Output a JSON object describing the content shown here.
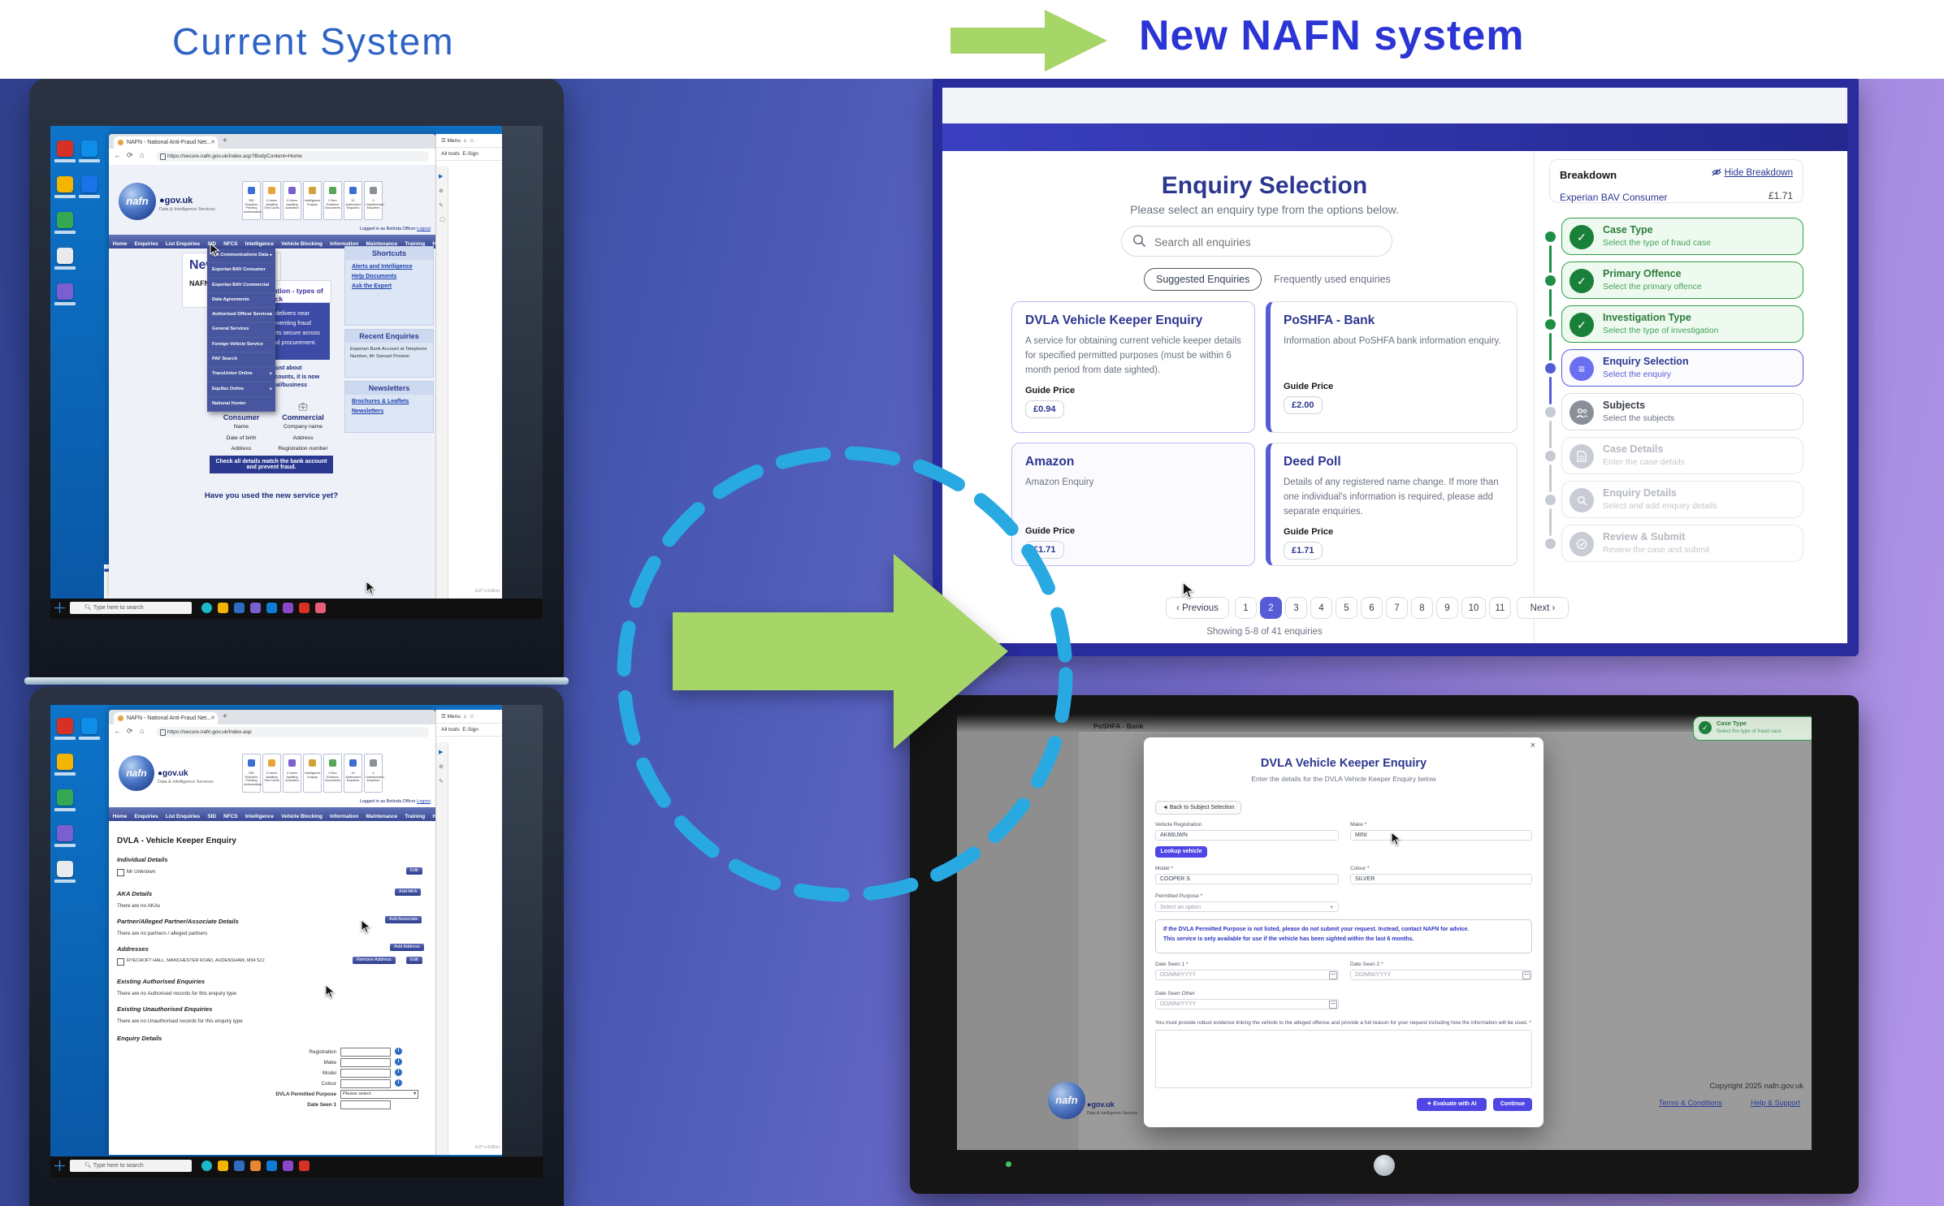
{
  "header": {
    "current_label": "Current System",
    "new_label": "New NAFN system"
  },
  "colors": {
    "accent_green": "#a6d568",
    "accent_cyan": "#29a9e1",
    "indigo": "#4f46e5",
    "navy": "#2c3790"
  },
  "old_shared": {
    "tab_title": "NAFN - National Anti-Fraud Net...",
    "brand": "nafn",
    "brand_suffix": "gov.uk",
    "brand_tagline": "Data & Intelligence Services",
    "nav": [
      "Home",
      "Enquiries",
      "List Enquiries",
      "SID",
      "NFCS",
      "Intelligence",
      "Vehicle Blocking",
      "Information",
      "Maintenance",
      "Training",
      "Help"
    ],
    "stats": [
      "552 Enquiries Pending Authorisation",
      "0 Users Awaiting Grid Cards",
      "0 Users Awaiting Activation",
      "Intelligence Enquiry",
      "9 Non Evidence Documents",
      "10 Authorised Enquiries",
      "0 Unauthorised Enquiries"
    ],
    "logged_in": "Logged in as Belinda Officer",
    "logout": "Logout",
    "acrobat_menu": "Menu",
    "acrobat_tools": "All tools",
    "acrobat_esign": "E-Sign",
    "acrobat_page_size": "6.27 x 9.69 in",
    "taskbar_search": "Type here to search"
  },
  "old_top": {
    "url": "https://secure.nafn.gov.uk/index.asp?BodyContent=Home",
    "menu_items": [
      "IPA Communications Data",
      "Experian BAV Consumer",
      "Experian BAV Commercial",
      "Data Agreements",
      "Authorised Officer Services",
      "General Services",
      "Foreign Vehicle Service",
      "PAF Search",
      "TransUnion Online",
      "Equifax Online",
      "National Hunter"
    ],
    "news_title": "News",
    "news_sub": "NAFN",
    "page_title": "Account Verification - types of check",
    "hero_para": "Account Verification delivers near real-time checks, preventing fraud and keeping payments secure across payments, payroll and procurement.",
    "hero_note": "This new service isn't just about consumer/personal accounts, it is now available for commercial/business accounts too.",
    "consumer_title": "Consumer",
    "consumer_fields": [
      "Name",
      "Date of birth",
      "Address"
    ],
    "commercial_title": "Commercial",
    "commercial_fields": [
      "Company name",
      "Address",
      "Registration number"
    ],
    "check_line": "Check all details match the bank account and prevent fraud.",
    "question_line": "Have you used the new service yet?",
    "shortcuts_title": "Shortcuts",
    "shortcuts_links": [
      "Alerts and Intelligence",
      "Help Documents",
      "Ask the Expert"
    ],
    "recent_title": "Recent Enquiries",
    "recent_text": "Experian Bank Account at Telephone Number, Mr Samuel Preston",
    "newsletters_title": "Newsletters",
    "newsletters_links": [
      "Brochures & Leaflets",
      "Newsletters"
    ],
    "partial_text": "To"
  },
  "old_bottom": {
    "url": "https://secure.nafn.gov.uk/index.asp",
    "page_title": "DVLA - Vehicle Keeper Enquiry",
    "individual_title": "Individual Details",
    "individual_value": "Mr Unknown",
    "edit_label": "Edit",
    "aka_title": "AKA Details",
    "aka_button": "Add AKA",
    "aka_empty": "There are no AKAs",
    "partner_title": "Partner/Alleged Partner/Associate Details",
    "partner_button": "Add Associate",
    "partner_empty": "There are no partners / alleged partners",
    "addresses_title": "Addresses",
    "addresses_button": "Add Address",
    "address_value": "RYECROFT HALL, MANCHESTER ROAD, AUDENSHAW, M34 5ZJ",
    "remove_address_label": "Remove Address",
    "auth_title": "Existing Authorised Enquiries",
    "auth_empty": "There are no Authorised records for this enquiry type",
    "unauth_title": "Existing Unauthorised Enquiries",
    "unauth_empty": "There are no Unauthorised records for this enquiry type",
    "enquiry_title": "Enquiry Details",
    "field_labels": [
      "Registration",
      "Make",
      "Model",
      "Colour"
    ],
    "purpose_label": "DVLA Permitted Purpose",
    "purpose_value": "Please select",
    "date_label": "Date Seen 1"
  },
  "new_top": {
    "title": "Enquiry Selection",
    "subtitle": "Please select an enquiry type from the options below.",
    "search_placeholder": "Search all enquiries",
    "tab_suggested": "Suggested Enquiries",
    "tab_frequent": "Frequently used enquiries",
    "cards": [
      {
        "title": "DVLA Vehicle Keeper Enquiry",
        "description": "A service for obtaining current vehicle keeper details for specified permitted purposes (must be within 6 month period from date sighted).",
        "guide_price_label": "Guide Price",
        "price": "£0.94"
      },
      {
        "title": "PoSHFA - Bank",
        "description": "Information about PoSHFA bank information enquiry.",
        "guide_price_label": "Guide Price",
        "price": "£2.00"
      },
      {
        "title": "Amazon",
        "description": "Amazon Enquiry",
        "guide_price_label": "Guide Price",
        "price": "£1.71"
      },
      {
        "title": "Deed Poll",
        "description": "Details of any registered name change. If more than one individual's information is required, please add separate enquiries.",
        "guide_price_label": "Guide Price",
        "price": "£1.71"
      }
    ],
    "pagination": {
      "prev": "Previous",
      "pages": [
        "1",
        "2",
        "3",
        "4",
        "5",
        "6",
        "7",
        "8",
        "9",
        "10",
        "11"
      ],
      "active_page": "2",
      "next": "Next"
    },
    "showing": "Showing 5-8 of 41 enquiries",
    "breakdown": {
      "title": "Breakdown",
      "hide_label": "Hide Breakdown",
      "item": "Experian BAV Consumer",
      "price": "£1.71"
    },
    "steps": [
      {
        "title": "Case Type",
        "subtitle": "Select the type of fraud case",
        "state": "done"
      },
      {
        "title": "Primary Offence",
        "subtitle": "Select the primary offence",
        "state": "done"
      },
      {
        "title": "Investigation Type",
        "subtitle": "Select the type of investigation",
        "state": "done"
      },
      {
        "title": "Enquiry Selection",
        "subtitle": "Select the enquiry",
        "state": "active"
      },
      {
        "title": "Subjects",
        "subtitle": "Select the subjects",
        "state": "todo"
      },
      {
        "title": "Case Details",
        "subtitle": "Enter the case details",
        "state": "disabled"
      },
      {
        "title": "Enquiry Details",
        "subtitle": "Select and add enquiry details",
        "state": "disabled"
      },
      {
        "title": "Review & Submit",
        "subtitle": "Review the case and submit",
        "state": "disabled"
      }
    ]
  },
  "new_bottom": {
    "page_title": "PoSHFA - Bank",
    "corner_step_title": "Case Type",
    "corner_step_subtitle": "Select the type of fraud case",
    "logo_brand": "nafn",
    "logo_suffix": "gov.uk",
    "logo_tagline": "Data & Intelligence Services",
    "footer_copyright": "Copyright 2025 nafn.gov.uk",
    "footer_terms": "Terms & Conditions",
    "footer_help": "Help & Support",
    "modal": {
      "close_glyph": "×",
      "title": "DVLA Vehicle Keeper Enquiry",
      "subtitle": "Enter the details for the DVLA Vehicle Keeper Enquiry below",
      "back_button": "Back to Subject Selection",
      "reg_label": "Vehicle Registration",
      "reg_value": "AK66UWN",
      "make_label": "Make *",
      "make_value": "MINI",
      "lookup_button": "Lookup vehicle",
      "model_label": "Model *",
      "model_value": "COOPER S",
      "colour_label": "Colour *",
      "colour_value": "SILVER",
      "purpose_label": "Permitted Purpose *",
      "purpose_placeholder": "Select an option",
      "notice_line1": "If the DVLA Permitted Purpose is not listed, please do not submit your request. Instead, contact NAFN for advice.",
      "notice_line2": "This service is only available for use if the vehicle has been sighted within the last 6 months.",
      "date1_label": "Date Seen 1 *",
      "date2_label": "Date Seen 2 *",
      "date_other_label": "Date Seen Other",
      "date_placeholder": "DD/MM/YYYY",
      "evidence_label": "You must provide robust evidence linking the vehicle to the alleged offence and provide a full reason for your request including how the information will be used. *",
      "evaluate_button": "Evaluate with AI",
      "continue_button": "Continue"
    }
  }
}
